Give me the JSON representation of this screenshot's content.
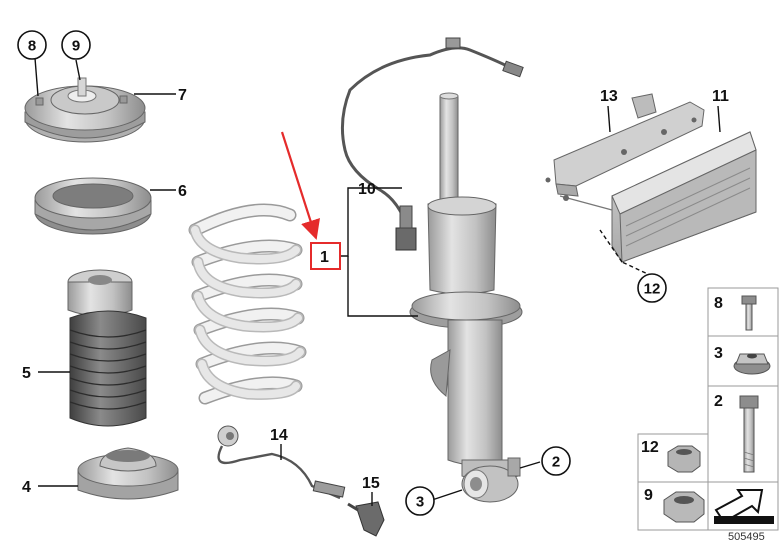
{
  "diagram_id": "505495",
  "colors": {
    "highlight": "#e52b2b",
    "part_light": "#d9d9d9",
    "part_mid": "#bdbdbd",
    "part_dark": "#6e6e6e",
    "spring": "#efefef"
  },
  "callouts": {
    "c1": "1",
    "c2": "2",
    "c3": "3",
    "c4": "4",
    "c5": "5",
    "c6": "6",
    "c7": "7",
    "c8": "8",
    "c9": "9",
    "c10": "10",
    "c11": "11",
    "c12": "12",
    "c13": "13",
    "c14": "14",
    "c15": "15"
  },
  "legend": {
    "l8": "8",
    "l3": "3",
    "l2": "2",
    "l12": "12",
    "l9": "9"
  },
  "icons": {
    "arrow": "red-arrow-icon",
    "corner": "arrow-badge-icon"
  }
}
